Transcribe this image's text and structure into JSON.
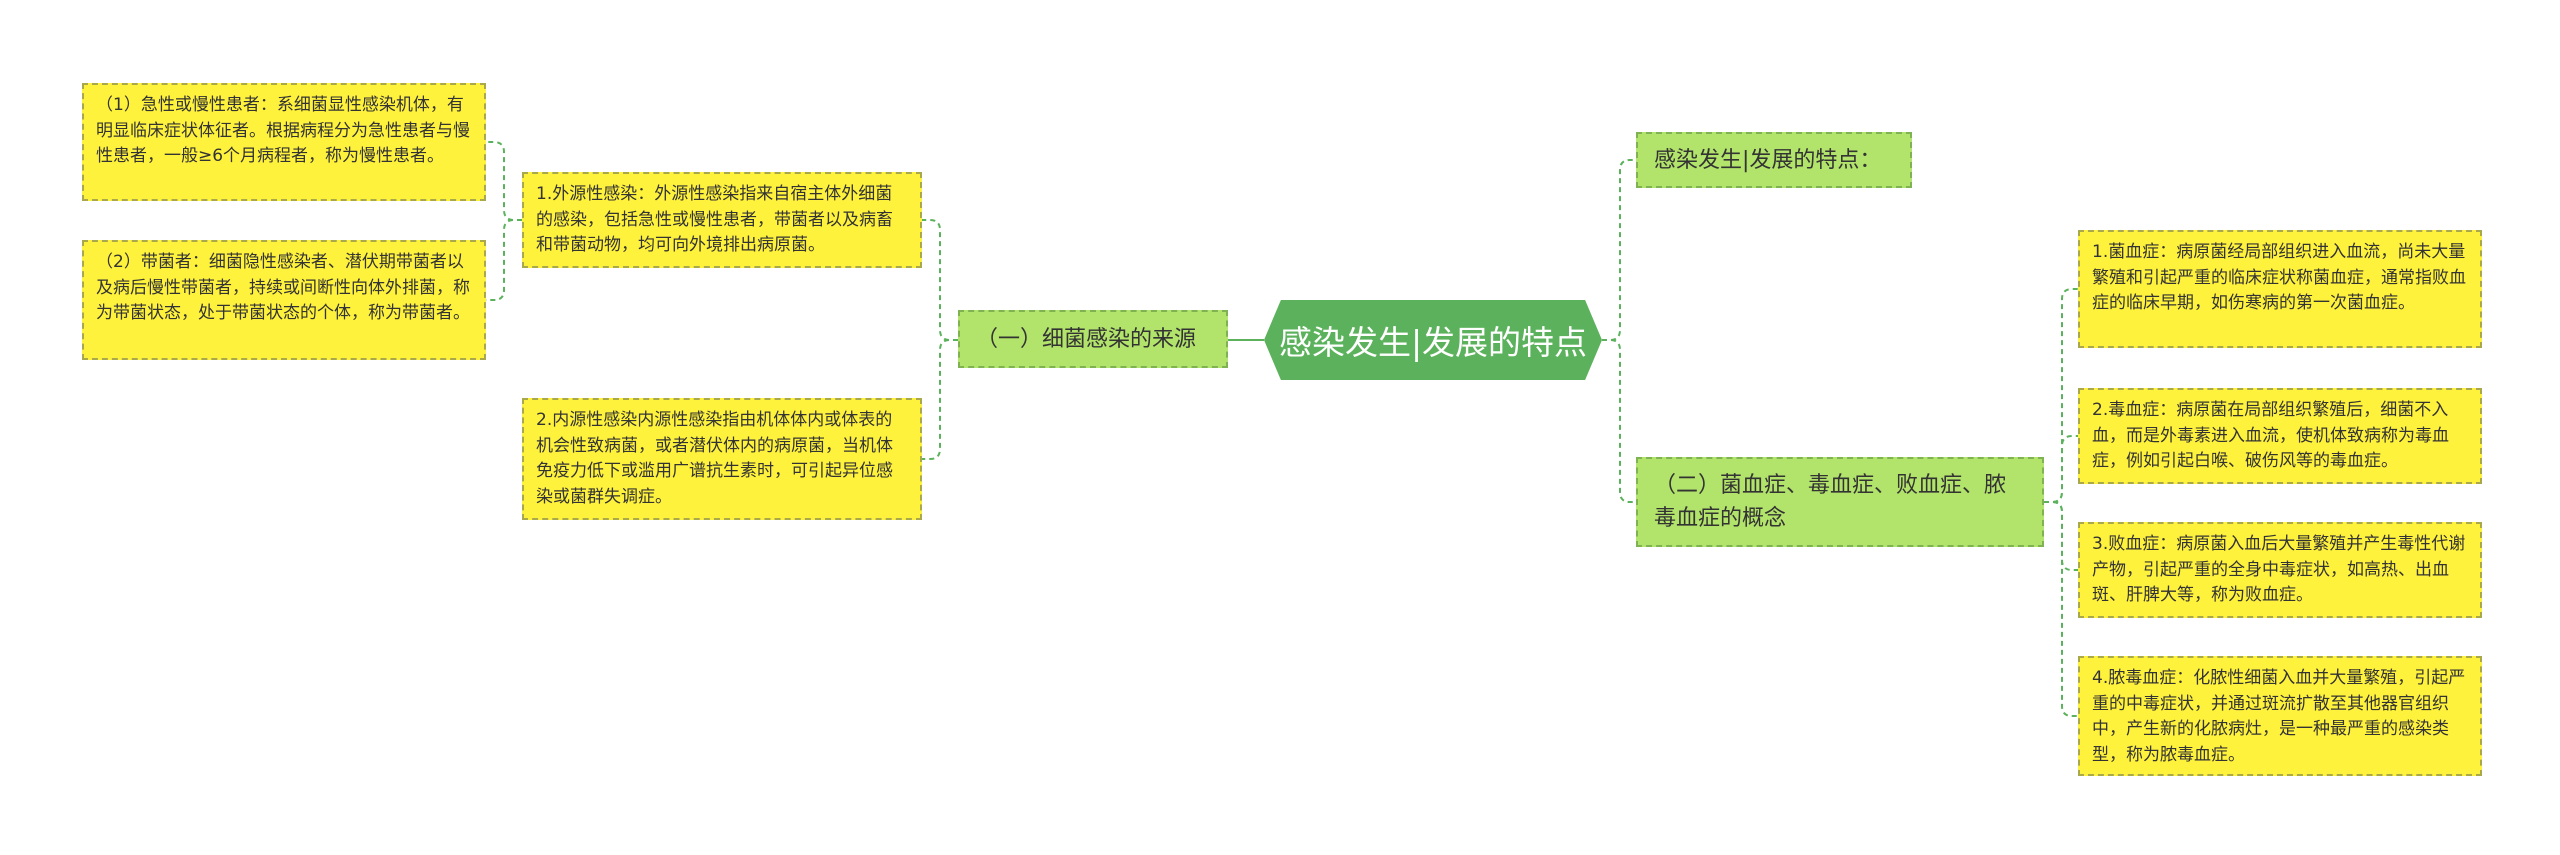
{
  "colors": {
    "root_fill": "#5cb25c",
    "root_text": "#ffffff",
    "branch_fill": "#b2e36b",
    "branch_border": "#7fb352",
    "leaf_fill": "#fff23d",
    "leaf_border": "#a9a84a",
    "connector": "#5cb25c"
  },
  "root": {
    "label": "感染发生|发展的特点"
  },
  "left": {
    "source": {
      "label": "（一）细菌感染的来源",
      "exogenous": {
        "text": "1.外源性感染：外源性感染指来自宿主体外细菌的感染，包括急性或慢性患者，带菌者以及病畜和带菌动物，均可向外境排出病原菌。",
        "patient": "（1）急性或慢性患者：系细菌显性感染机体，有明显临床症状体征者。根据病程分为急性患者与慢性患者，一般≥6个月病程者，称为慢性患者。",
        "carrier": "（2）带菌者：细菌隐性感染者、潜伏期带菌者以及病后慢性带菌者，持续或间断性向体外排菌，称为带菌状态，处于带菌状态的个体，称为带菌者。"
      },
      "endogenous": {
        "text": "2.内源性感染内源性感染指由机体体内或体表的机会性致病菌，或者潜伏体内的病原菌，当机体免疫力低下或滥用广谱抗生素时，可引起异位感染或菌群失调症。"
      }
    }
  },
  "right": {
    "features": {
      "label": "感染发生|发展的特点："
    },
    "concepts": {
      "label": "（二）菌血症、毒血症、败血症、脓毒血症的概念",
      "items": [
        "1.菌血症：病原菌经局部组织进入血流，尚未大量繁殖和引起严重的临床症状称菌血症，通常指败血症的临床早期，如伤寒病的第一次菌血症。",
        "2.毒血症：病原菌在局部组织繁殖后，细菌不入血，而是外毒素进入血流，使机体致病称为毒血症，例如引起白喉、破伤风等的毒血症。",
        "3.败血症：病原菌入血后大量繁殖并产生毒性代谢产物，引起严重的全身中毒症状，如高热、出血斑、肝脾大等，称为败血症。",
        "4.脓毒血症：化脓性细菌入血并大量繁殖，引起严重的中毒症状，并通过斑流扩散至其他器官组织中，产生新的化脓病灶，是一种最严重的感染类型，称为脓毒血症。"
      ]
    }
  }
}
